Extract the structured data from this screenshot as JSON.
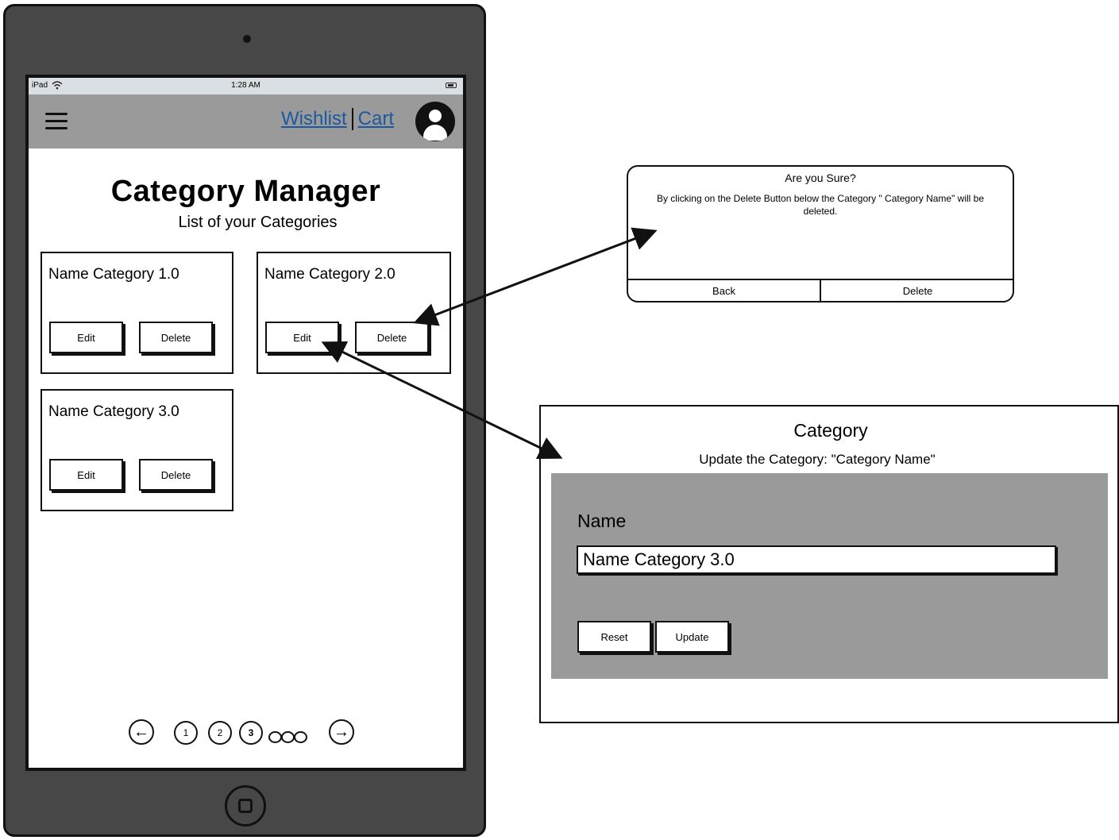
{
  "statusbar": {
    "carrier": "iPad",
    "time": "1:28 AM"
  },
  "appbar": {
    "wishlist_label": "Wishlist",
    "cart_label": "Cart"
  },
  "main": {
    "title": "Category Manager",
    "subtitle": "List of your Categories",
    "cards": [
      {
        "name": "Name Category 1.0",
        "edit_label": "Edit",
        "delete_label": "Delete"
      },
      {
        "name": "Name Category 2.0",
        "edit_label": "Edit",
        "delete_label": "Delete"
      },
      {
        "name": "Name Category 3.0",
        "edit_label": "Edit",
        "delete_label": "Delete"
      }
    ]
  },
  "pagination": {
    "pages": [
      "1",
      "2",
      "3"
    ],
    "current_page": "3"
  },
  "icons": {
    "menu": "hamburger-menu-icon",
    "avatar": "user-avatar-icon",
    "prev": "arrow-left-icon",
    "next": "arrow-right-icon",
    "home": "home-button-icon"
  },
  "delete_dialog": {
    "title": "Are you Sure?",
    "message": "By clicking on the Delete Button below the Category \" Category Name\" will be deleted.",
    "back_label": "Back",
    "delete_label": "Delete"
  },
  "edit_panel": {
    "title": "Category",
    "subtitle": "Update the Category: \"Category Name\"",
    "name_label": "Name",
    "name_value": "Name Category 3.0",
    "reset_label": "Reset",
    "update_label": "Update"
  },
  "colors": {
    "device": "#474747",
    "appbar": "#9a9a9a",
    "link": "#1b5aa0",
    "statusbar": "#d9dfe2"
  }
}
